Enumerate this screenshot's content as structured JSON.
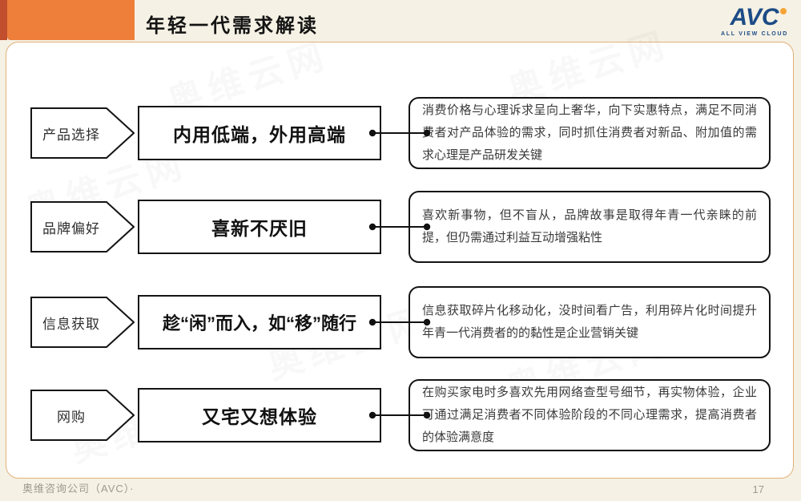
{
  "header": {
    "title": "年轻一代需求解读",
    "logo": {
      "text": "AVC",
      "subtext": "ALL VIEW CLOUD"
    }
  },
  "rows": [
    {
      "label": "产品选择",
      "headline": "内用低端，外用高端",
      "description": "消费价格与心理诉求呈向上奢华，向下实惠特点，满足不同消费者对产品体验的需求，同时抓住消费者对新品、附加值的需求心理是产品研发关键"
    },
    {
      "label": "品牌偏好",
      "headline": "喜新不厌旧",
      "description": "喜欢新事物，但不盲从，品牌故事是取得年青一代亲睐的前提，但仍需通过利益互动增强粘性"
    },
    {
      "label": "信息获取",
      "headline": "趁“闲”而入，如“移”随行",
      "description": "信息获取碎片化移动化，没时间看广告，利用碎片化时间提升年青一代消费者的的黏性是企业营销关键"
    },
    {
      "label": "网购",
      "headline": "又宅又想体验",
      "description": "在购买家电时多喜欢先用网络查型号细节，再实物体验，企业可通过满足消费者不同体验阶段的不同心理需求，提高消费者的体验满意度"
    }
  ],
  "footer": {
    "company": "奥维咨询公司（AVC）·",
    "page_number": "17"
  },
  "watermark": "奥维云网",
  "colors": {
    "accent_orange": "#EE7F3A",
    "accent_dark_red": "#C14E2C",
    "logo_blue": "#1C4B86",
    "logo_dot_orange": "#F6A335",
    "background_cream": "#F5F1E4",
    "panel_border_tan": "#E3B07A",
    "shape_border_black": "#141414"
  }
}
